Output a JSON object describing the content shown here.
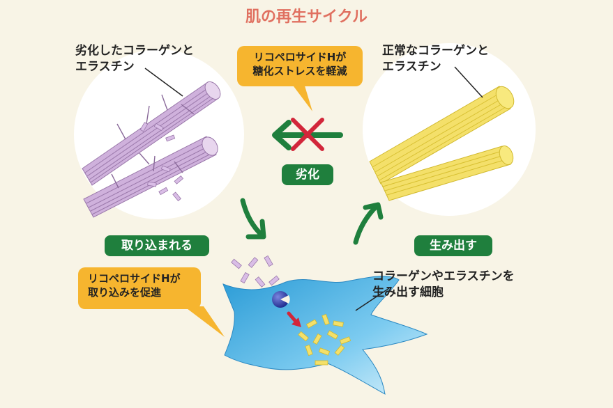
{
  "title": "肌の再生サイクル",
  "left_label": [
    "劣化したコラーゲンと",
    "エラスチン"
  ],
  "right_label": [
    "正常なコラーゲンと",
    "エラスチン"
  ],
  "top_bubble": [
    "リコペロサイドHが",
    "糖化ストレスを軽減"
  ],
  "left_bubble": [
    "リコペロサイドHが",
    "取り込みを促進"
  ],
  "cell_label": [
    "コラーゲンやエラスチンを",
    "生み出す細胞"
  ],
  "steps": {
    "degrade": "劣化",
    "absorbed": "取り込まれる",
    "produce": "生み出す"
  },
  "colors": {
    "title": "#e07060",
    "green": "#1f7f3d",
    "bubble": "#f6b52f",
    "purple_fiber": "#c9a7d6",
    "yellow_fiber": "#f2dc55",
    "cell": "#3aa8dc",
    "cross": "#d2263a"
  }
}
